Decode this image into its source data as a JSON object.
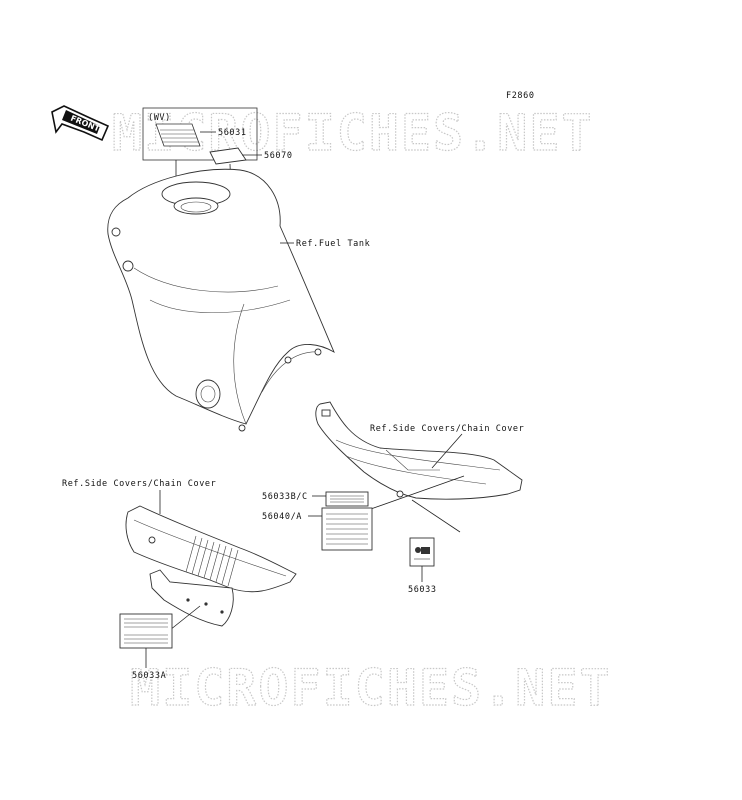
{
  "figure_code": "F2860",
  "watermark": "MICROFICHES.NET",
  "front_arrow": {
    "label": "FRONT",
    "icon": "front-arrow-icon"
  },
  "variant_box": {
    "label": "(WV)"
  },
  "parts": {
    "p56031": "56031",
    "p56070": "56070",
    "p56033bc": "56033B/C",
    "p56040a": "56040/A",
    "p56033": "56033",
    "p56033a": "56033A"
  },
  "references": {
    "fuel_tank": "Ref.Fuel Tank",
    "side_covers_right": "Ref.Side Covers/Chain Cover",
    "side_covers_left": "Ref.Side Covers/Chain Cover"
  }
}
